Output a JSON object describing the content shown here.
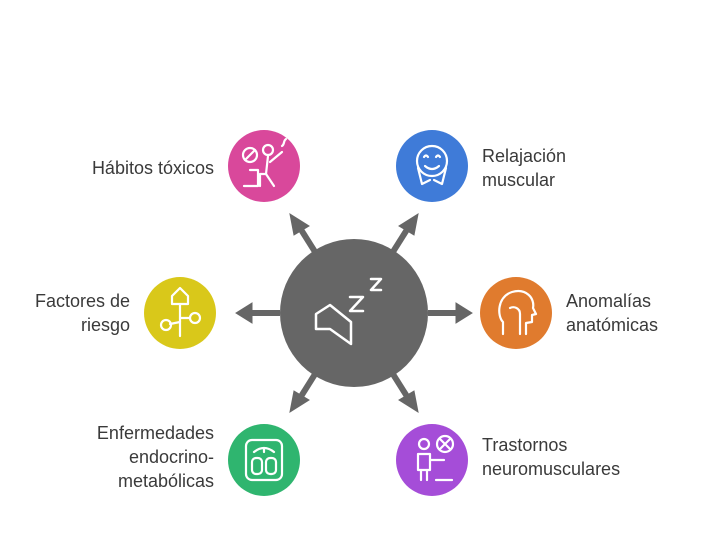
{
  "center": {
    "icon": "snoring-face-icon",
    "color": "#666666"
  },
  "nodes": [
    {
      "id": "habitos",
      "icon": "person-smoking-icon",
      "color": "#d9489b",
      "label_lines": [
        "Hábitos tóxicos"
      ]
    },
    {
      "id": "relajacion",
      "icon": "relaxed-face-icon",
      "color": "#3f7bd8",
      "label_lines": [
        "Relajación",
        "muscular"
      ]
    },
    {
      "id": "factores",
      "icon": "risk-branch-icon",
      "color": "#d9c81a",
      "label_lines": [
        "Factores de",
        "riesgo"
      ]
    },
    {
      "id": "anomalias",
      "icon": "head-profile-icon",
      "color": "#e07b2e",
      "label_lines": [
        "Anomalías",
        "anatómicas"
      ]
    },
    {
      "id": "enfermedades",
      "icon": "weight-scale-icon",
      "color": "#2fb56f",
      "label_lines": [
        "Enfermedades",
        "endocrino-",
        "metabólicas"
      ]
    },
    {
      "id": "trastornos",
      "icon": "person-disorder-icon",
      "color": "#a54dd8",
      "label_lines": [
        "Trastornos",
        "neuromusculares"
      ]
    }
  ]
}
